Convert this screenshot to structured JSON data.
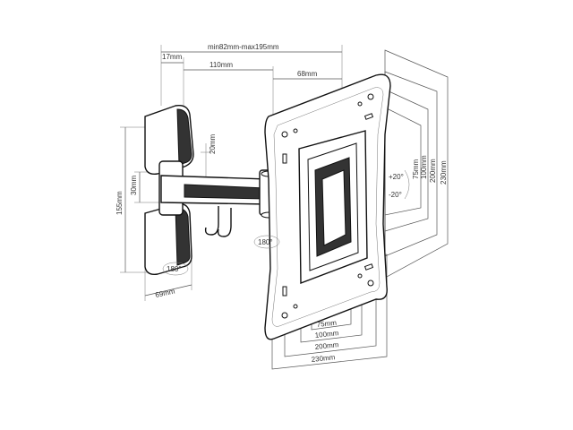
{
  "dimensions": {
    "top_span": "min82mm-max195mm",
    "wall_depth": "17mm",
    "arm_length": "110mm",
    "plate_depth": "68mm",
    "arm_height": "20mm",
    "arm_thick": "30mm",
    "wall_height": "155mm",
    "wall_width": "69mm",
    "h_75": "75mm",
    "h_100": "100mm",
    "h_200": "200mm",
    "h_230": "230mm",
    "v_75": "75mm",
    "v_100": "100mm",
    "v_200": "200mm",
    "v_230": "230mm"
  },
  "rotations": {
    "wall_swivel": "180°",
    "arm_swivel": "180°",
    "tilt_up": "+20°",
    "tilt_down": "-20°"
  }
}
